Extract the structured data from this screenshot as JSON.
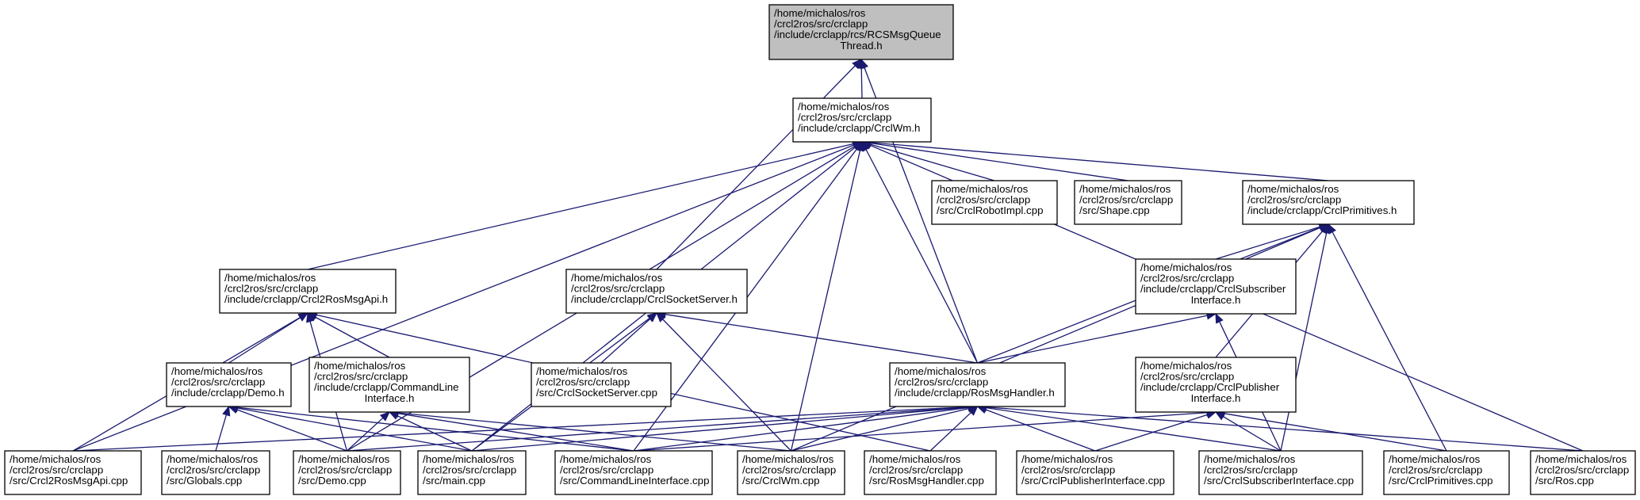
{
  "diagram": {
    "nodes": [
      {
        "id": "n0",
        "lines": [
          "/home/michalos/ros",
          "/crcl2ros/src/crclapp",
          "/include/crclapp/rcs/RCSMsgQueue",
          "Thread.h"
        ],
        "root": true
      },
      {
        "id": "n1",
        "lines": [
          "/home/michalos/ros",
          "/crcl2ros/src/crclapp",
          "/include/crclapp/CrclWm.h"
        ]
      },
      {
        "id": "n2",
        "lines": [
          "/home/michalos/ros",
          "/crcl2ros/src/crclapp",
          "/src/CrclRobotImpl.cpp"
        ]
      },
      {
        "id": "n3",
        "lines": [
          "/home/michalos/ros",
          "/crcl2ros/src/crclapp",
          "/src/Shape.cpp"
        ]
      },
      {
        "id": "n4",
        "lines": [
          "/home/michalos/ros",
          "/crcl2ros/src/crclapp",
          "/include/crclapp/CrclPrimitives.h"
        ]
      },
      {
        "id": "n5",
        "lines": [
          "/home/michalos/ros",
          "/crcl2ros/src/crclapp",
          "/include/crclapp/Crcl2RosMsgApi.h"
        ]
      },
      {
        "id": "n6",
        "lines": [
          "/home/michalos/ros",
          "/crcl2ros/src/crclapp",
          "/include/crclapp/CrclSocketServer.h"
        ]
      },
      {
        "id": "n7",
        "lines": [
          "/home/michalos/ros",
          "/crcl2ros/src/crclapp",
          "/include/crclapp/CrclSubscriber",
          "Interface.h"
        ]
      },
      {
        "id": "n8",
        "lines": [
          "/home/michalos/ros",
          "/crcl2ros/src/crclapp",
          "/include/crclapp/Demo.h"
        ]
      },
      {
        "id": "n9",
        "lines": [
          "/home/michalos/ros",
          "/crcl2ros/src/crclapp",
          "/include/crclapp/CommandLine",
          "Interface.h"
        ]
      },
      {
        "id": "n10",
        "lines": [
          "/home/michalos/ros",
          "/crcl2ros/src/crclapp",
          "/src/CrclSocketServer.cpp"
        ]
      },
      {
        "id": "n11",
        "lines": [
          "/home/michalos/ros",
          "/crcl2ros/src/crclapp",
          "/include/crclapp/RosMsgHandler.h"
        ]
      },
      {
        "id": "n12",
        "lines": [
          "/home/michalos/ros",
          "/crcl2ros/src/crclapp",
          "/include/crclapp/CrclPublisher",
          "Interface.h"
        ]
      },
      {
        "id": "n13",
        "lines": [
          "/home/michalos/ros",
          "/crcl2ros/src/crclapp",
          "/src/Crcl2RosMsgApi.cpp"
        ]
      },
      {
        "id": "n14",
        "lines": [
          "/home/michalos/ros",
          "/crcl2ros/src/crclapp",
          "/src/Globals.cpp"
        ]
      },
      {
        "id": "n15",
        "lines": [
          "/home/michalos/ros",
          "/crcl2ros/src/crclapp",
          "/src/Demo.cpp"
        ]
      },
      {
        "id": "n16",
        "lines": [
          "/home/michalos/ros",
          "/crcl2ros/src/crclapp",
          "/src/main.cpp"
        ]
      },
      {
        "id": "n17",
        "lines": [
          "/home/michalos/ros",
          "/crcl2ros/src/crclapp",
          "/src/CommandLineInterface.cpp"
        ]
      },
      {
        "id": "n18",
        "lines": [
          "/home/michalos/ros",
          "/crcl2ros/src/crclapp",
          "/src/CrclWm.cpp"
        ]
      },
      {
        "id": "n19",
        "lines": [
          "/home/michalos/ros",
          "/crcl2ros/src/crclapp",
          "/src/RosMsgHandler.cpp"
        ]
      },
      {
        "id": "n20",
        "lines": [
          "/home/michalos/ros",
          "/crcl2ros/src/crclapp",
          "/src/CrclPublisherInterface.cpp"
        ]
      },
      {
        "id": "n21",
        "lines": [
          "/home/michalos/ros",
          "/crcl2ros/src/crclapp",
          "/src/CrclSubscriberInterface.cpp"
        ]
      },
      {
        "id": "n22",
        "lines": [
          "/home/michalos/ros",
          "/crcl2ros/src/crclapp",
          "/src/CrclPrimitives.cpp"
        ]
      },
      {
        "id": "n23",
        "lines": [
          "/home/michalos/ros",
          "/crcl2ros/src/crclapp",
          "/src/Ros.cpp"
        ]
      }
    ],
    "edges": [
      [
        "n1",
        "n0"
      ],
      [
        "n6",
        "n0"
      ],
      [
        "n11",
        "n0"
      ],
      [
        "n2",
        "n1"
      ],
      [
        "n3",
        "n1"
      ],
      [
        "n4",
        "n1"
      ],
      [
        "n5",
        "n1"
      ],
      [
        "n11",
        "n1"
      ],
      [
        "n13",
        "n1"
      ],
      [
        "n15",
        "n1"
      ],
      [
        "n16",
        "n1"
      ],
      [
        "n17",
        "n1"
      ],
      [
        "n18",
        "n1"
      ],
      [
        "n23",
        "n1"
      ],
      [
        "n7",
        "n4"
      ],
      [
        "n11",
        "n4"
      ],
      [
        "n12",
        "n4"
      ],
      [
        "n18",
        "n4"
      ],
      [
        "n21",
        "n4"
      ],
      [
        "n22",
        "n4"
      ],
      [
        "n8",
        "n5"
      ],
      [
        "n9",
        "n5"
      ],
      [
        "n13",
        "n5"
      ],
      [
        "n15",
        "n5"
      ],
      [
        "n19",
        "n5"
      ],
      [
        "n10",
        "n6"
      ],
      [
        "n11",
        "n6"
      ],
      [
        "n16",
        "n6"
      ],
      [
        "n18",
        "n6"
      ],
      [
        "n11",
        "n7"
      ],
      [
        "n21",
        "n7"
      ],
      [
        "n14",
        "n8"
      ],
      [
        "n15",
        "n8"
      ],
      [
        "n16",
        "n8"
      ],
      [
        "n17",
        "n8"
      ],
      [
        "n15",
        "n9"
      ],
      [
        "n16",
        "n9"
      ],
      [
        "n17",
        "n9"
      ],
      [
        "n18",
        "n9"
      ],
      [
        "n13",
        "n11"
      ],
      [
        "n15",
        "n11"
      ],
      [
        "n16",
        "n11"
      ],
      [
        "n17",
        "n11"
      ],
      [
        "n18",
        "n11"
      ],
      [
        "n19",
        "n11"
      ],
      [
        "n20",
        "n11"
      ],
      [
        "n21",
        "n11"
      ],
      [
        "n23",
        "n11"
      ],
      [
        "n17",
        "n12"
      ],
      [
        "n20",
        "n12"
      ],
      [
        "n21",
        "n12"
      ],
      [
        "n22",
        "n12"
      ]
    ]
  }
}
